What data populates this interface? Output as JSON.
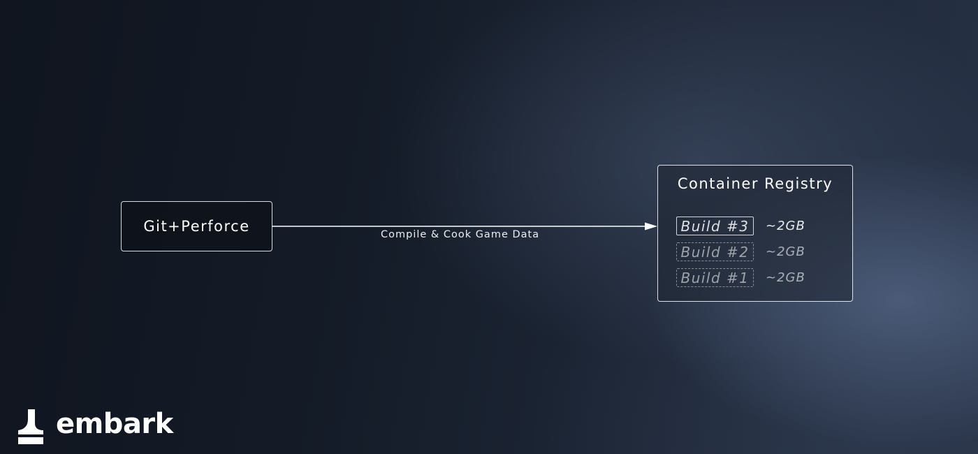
{
  "source_node": {
    "label": "Git+Perforce"
  },
  "edge": {
    "label": "Compile & Cook Game Data"
  },
  "registry": {
    "title": "Container Registry",
    "builds": [
      {
        "name": "Build #3",
        "size": "~2GB",
        "state": "current"
      },
      {
        "name": "Build #2",
        "size": "~2GB",
        "state": "old"
      },
      {
        "name": "Build #1",
        "size": "~2GB",
        "state": "old"
      }
    ]
  },
  "brand": {
    "wordmark": "embark",
    "icon": "embark-logo-icon"
  },
  "colors": {
    "background_dark": "#10151f",
    "background_light": "#566888",
    "foreground": "#ffffff"
  }
}
